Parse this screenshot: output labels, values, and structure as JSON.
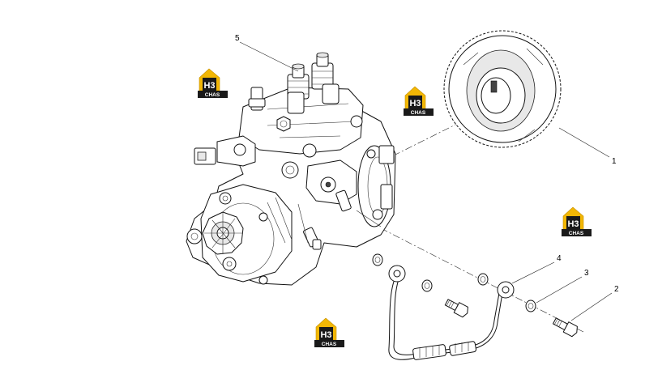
{
  "callouts": [
    {
      "id": "gear",
      "label": "1"
    },
    {
      "id": "bolt",
      "label": "2"
    },
    {
      "id": "washer",
      "label": "3"
    },
    {
      "id": "fuel-line",
      "label": "4"
    },
    {
      "id": "pump",
      "label": "5"
    }
  ],
  "watermark": {
    "main": "H3",
    "sub": "CHAS",
    "color": "#f2b705"
  },
  "colors": {
    "line": "#111111",
    "logo_accent": "#f2b705",
    "logo_dark": "#1a1a1a"
  }
}
